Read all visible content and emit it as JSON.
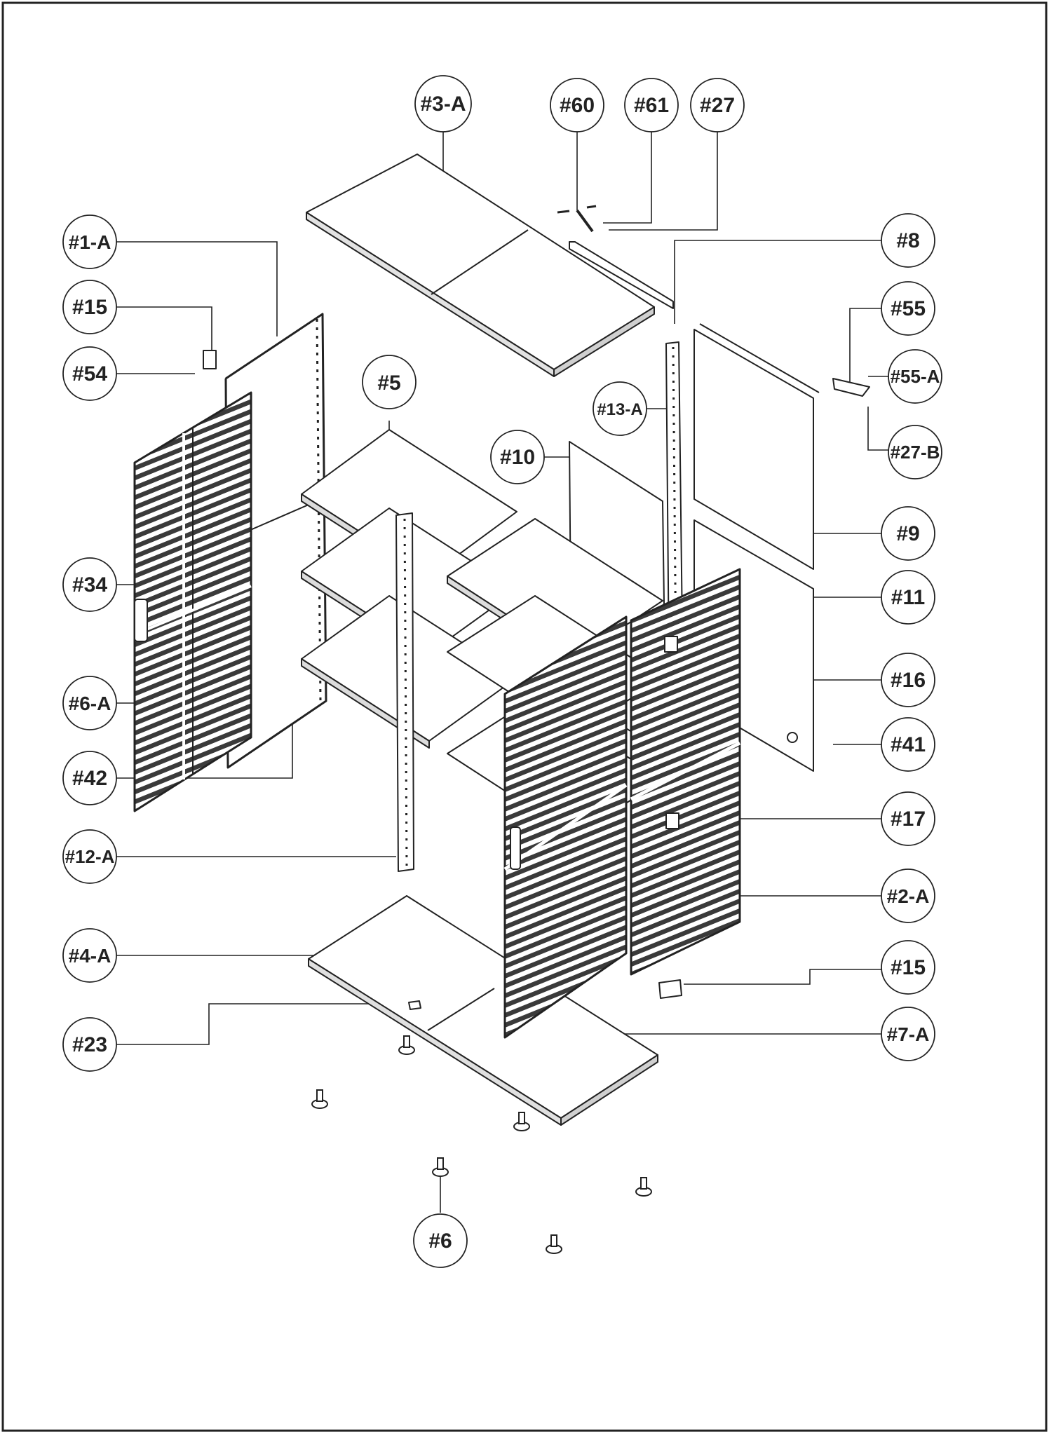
{
  "colors": {
    "ink": "#222222",
    "fill": "#ffffff",
    "panel": "#f3f3f3"
  },
  "callouts": {
    "p3a": "#3-A",
    "p60": "#60",
    "p61": "#61",
    "p27": "#27",
    "p1a": "#1-A",
    "p8": "#8",
    "p15_top": "#15",
    "p55": "#55",
    "p54": "#54",
    "p55a": "#55-A",
    "p5": "#5",
    "p13a": "#13-A",
    "p10": "#10",
    "p27b": "#27-B",
    "p9": "#9",
    "p34": "#34",
    "p11": "#11",
    "p16": "#16",
    "p6a": "#6-A",
    "p41": "#41",
    "p42": "#42",
    "p17": "#17",
    "p12a": "#12-A",
    "p2a": "#2-A",
    "p4a": "#4-A",
    "p15_bottom": "#15",
    "p23": "#23",
    "p7a": "#7-A",
    "p6": "#6"
  }
}
